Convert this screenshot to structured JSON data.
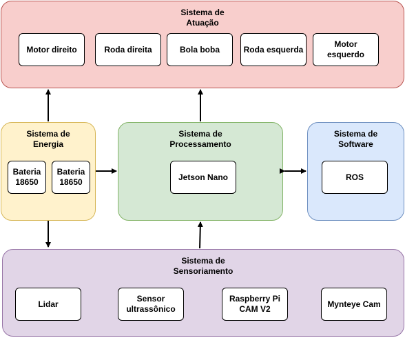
{
  "colors": {
    "atuacao_fill": "#f8cecc",
    "atuacao_stroke": "#b85450",
    "energia_fill": "#fff2cc",
    "energia_stroke": "#d6b656",
    "processamento_fill": "#d5e8d4",
    "processamento_stroke": "#82b366",
    "software_fill": "#dae8fc",
    "software_stroke": "#6c8ebf",
    "sensoriamento_fill": "#e1d5e7",
    "sensoriamento_stroke": "#9673a6"
  },
  "groups": {
    "atuacao": {
      "title": "Sistema de\nAtuação",
      "items": [
        "Motor direito",
        "Roda direita",
        "Bola boba",
        "Roda esquerda",
        "Motor\nesquerdo"
      ]
    },
    "energia": {
      "title": "Sistema de\nEnergia",
      "items": [
        "Bateria\n18650",
        "Bateria\n18650"
      ]
    },
    "processamento": {
      "title": "Sistema de\nProcessamento",
      "items": [
        "Jetson Nano"
      ]
    },
    "software": {
      "title": "Sistema de\nSoftware",
      "items": [
        "ROS"
      ]
    },
    "sensoriamento": {
      "title": "Sistema de\nSensoriamento",
      "items": [
        "Lidar",
        "Sensor\nultrassônico",
        "Raspberry Pi\nCAM V2",
        "Mynteye Cam"
      ]
    }
  }
}
